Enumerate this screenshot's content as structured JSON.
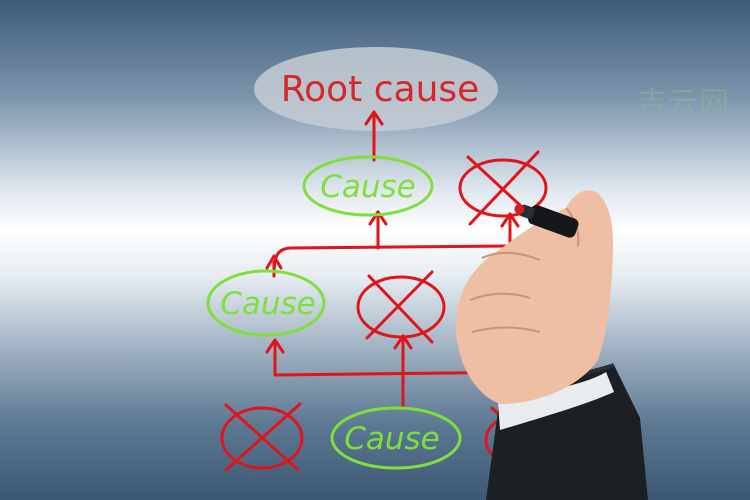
{
  "diagram": {
    "root_label": "Root cause",
    "cause_label": "Cause"
  },
  "watermark": "吉云网",
  "colors": {
    "cause_green": "#7fe03b",
    "rejected_red": "#e0141b",
    "root_text_red": "#d7272c",
    "root_bubble": "#c5ccd3"
  }
}
